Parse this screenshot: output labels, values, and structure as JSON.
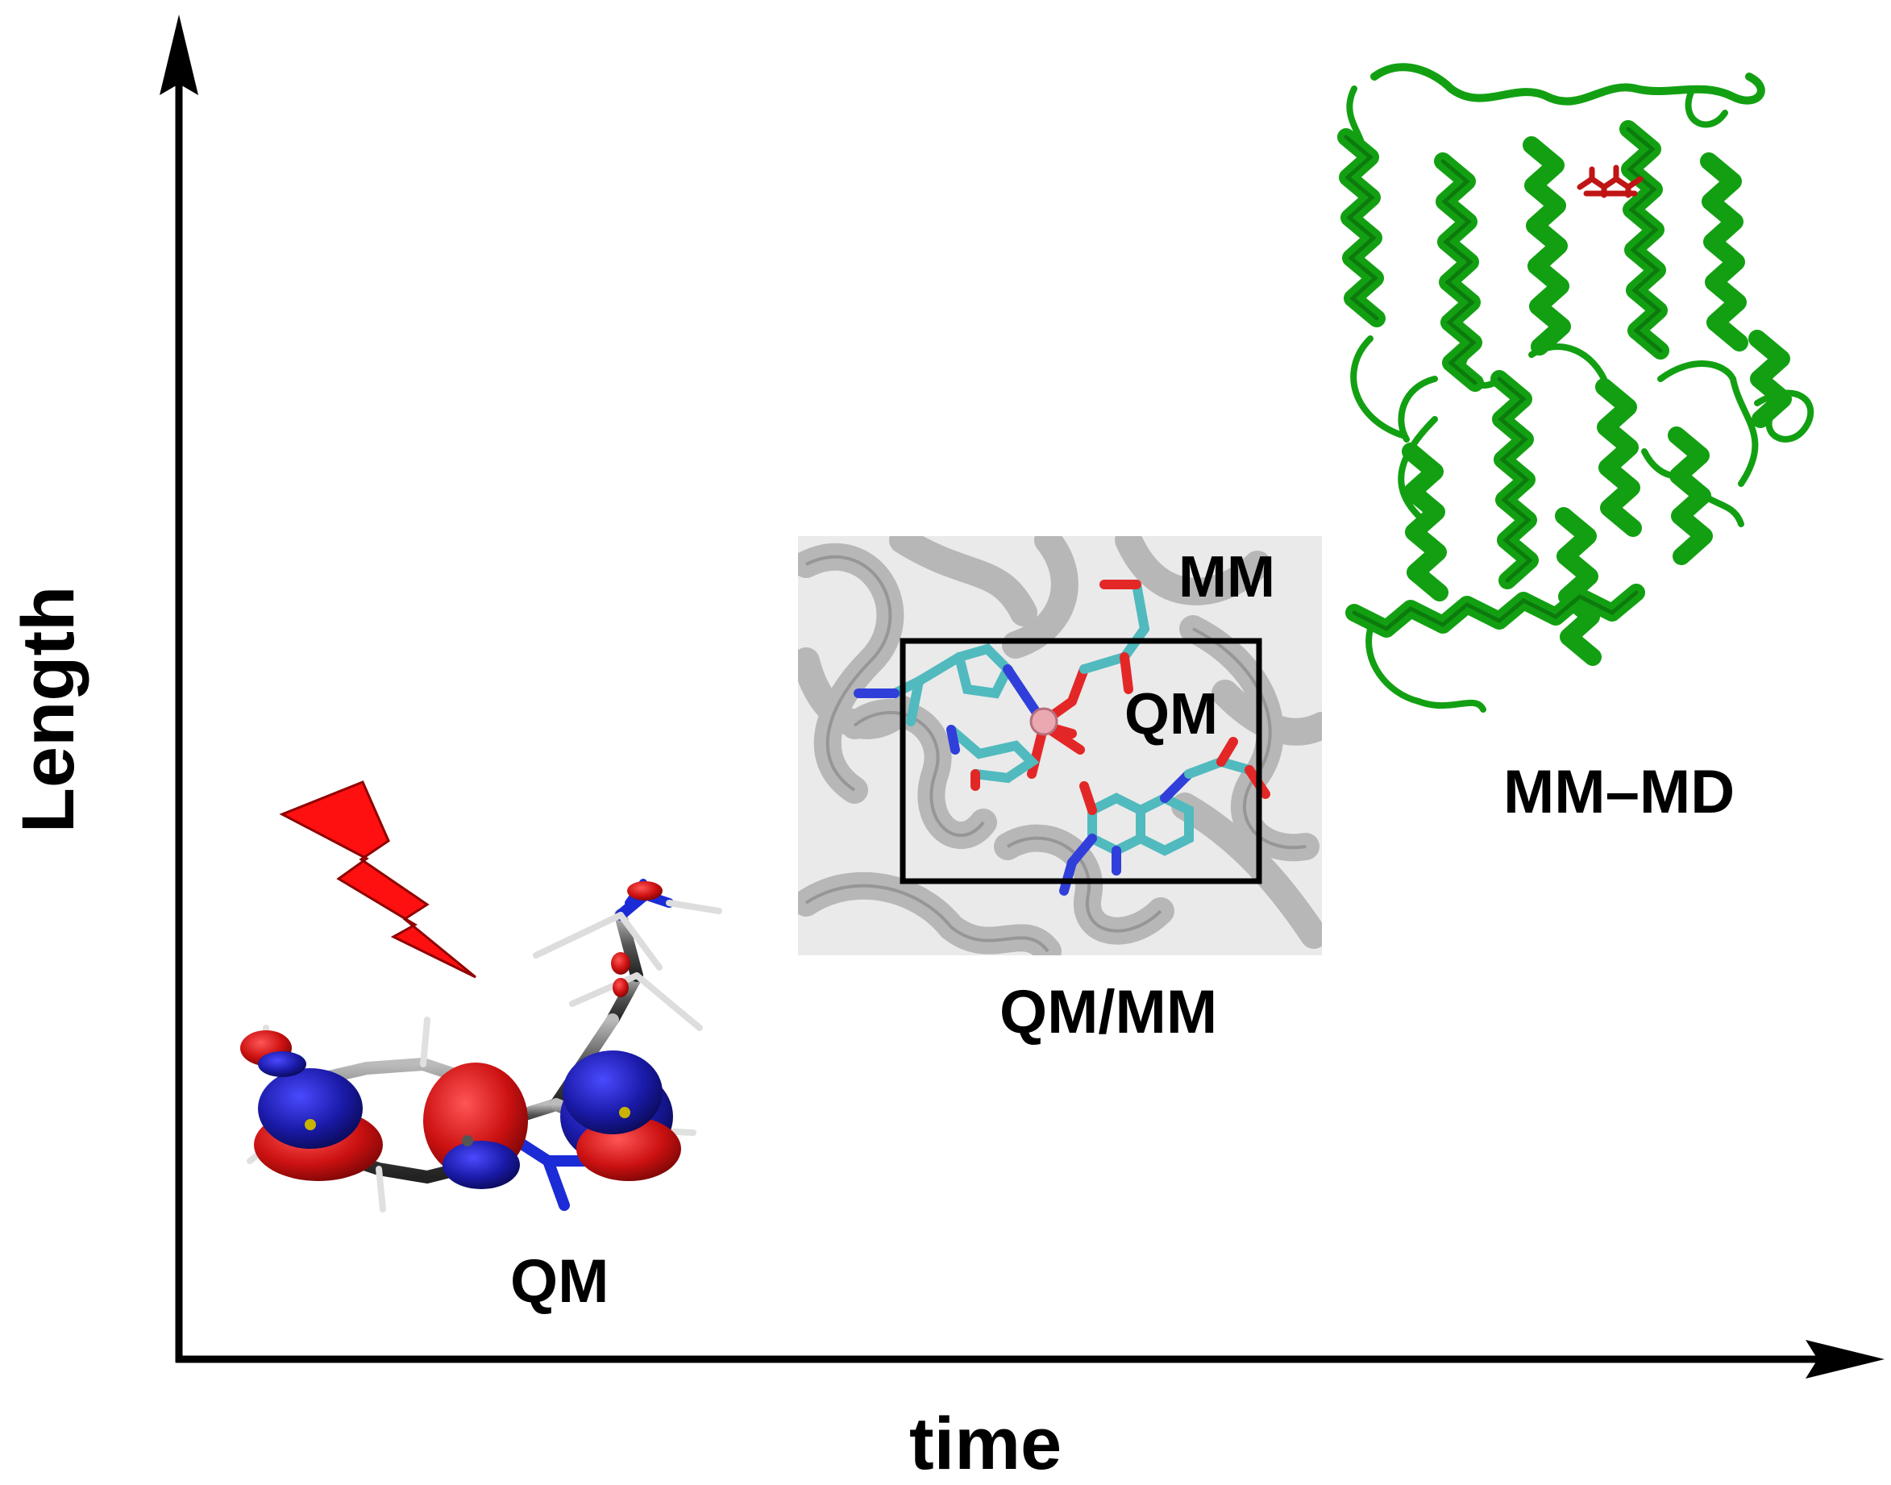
{
  "axes": {
    "x_label": "time",
    "y_label": "Length"
  },
  "regions": {
    "qm": {
      "label": "QM"
    },
    "qmmm": {
      "label": "QM/MM",
      "inset_outer_label": "MM",
      "inset_inner_label": "QM"
    },
    "mmmd": {
      "label": "MM–MD"
    }
  },
  "colors": {
    "axis": "#000000",
    "orbital_positive": "#cc1111",
    "orbital_negative": "#1a1aa8",
    "bolt": "#ff1010",
    "protein": "#12a012",
    "ligand": "#c01515",
    "stick_carbon": "#3fb3b8",
    "stick_nitrogen": "#1b2bd6",
    "stick_oxygen": "#e01010",
    "metal": "#e8a0a8",
    "inset_background": "#9a9a9a"
  },
  "icons": [
    "lightning-bolt-icon",
    "molecular-orbital-illustration",
    "qmmm-active-site-illustration",
    "protein-ribbon-illustration"
  ]
}
